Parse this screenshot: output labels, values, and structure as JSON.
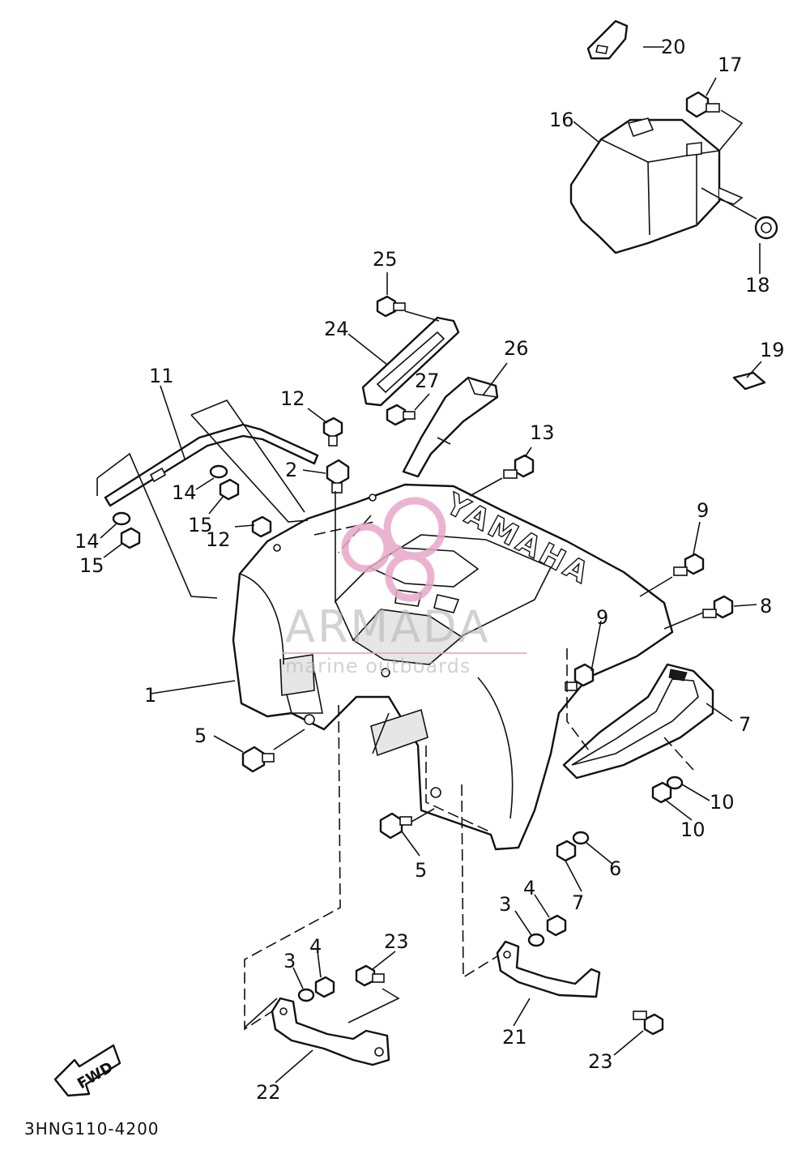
{
  "diagram": {
    "code": "3HNG110-4200",
    "fwd_label": "FWD",
    "brand_on_fender": "YAMAHA",
    "watermark": {
      "title": "ARMADA",
      "subtitle": "marine outboards",
      "accent_color": "#e7a8c9"
    },
    "callouts": [
      {
        "id": "c1",
        "label": "1"
      },
      {
        "id": "c2",
        "label": "2"
      },
      {
        "id": "c3a",
        "label": "3"
      },
      {
        "id": "c3b",
        "label": "3"
      },
      {
        "id": "c4a",
        "label": "4"
      },
      {
        "id": "c4b",
        "label": "4"
      },
      {
        "id": "c5a",
        "label": "5"
      },
      {
        "id": "c5b",
        "label": "5"
      },
      {
        "id": "c6",
        "label": "6"
      },
      {
        "id": "c7a",
        "label": "7"
      },
      {
        "id": "c7b",
        "label": "7"
      },
      {
        "id": "c8",
        "label": "8"
      },
      {
        "id": "c9a",
        "label": "9"
      },
      {
        "id": "c9b",
        "label": "9"
      },
      {
        "id": "c10a",
        "label": "10"
      },
      {
        "id": "c10b",
        "label": "10"
      },
      {
        "id": "c11",
        "label": "11"
      },
      {
        "id": "c12a",
        "label": "12"
      },
      {
        "id": "c12b",
        "label": "12"
      },
      {
        "id": "c13",
        "label": "13"
      },
      {
        "id": "c14a",
        "label": "14"
      },
      {
        "id": "c14b",
        "label": "14"
      },
      {
        "id": "c15a",
        "label": "15"
      },
      {
        "id": "c15b",
        "label": "15"
      },
      {
        "id": "c16",
        "label": "16"
      },
      {
        "id": "c17",
        "label": "17"
      },
      {
        "id": "c18",
        "label": "18"
      },
      {
        "id": "c19",
        "label": "19"
      },
      {
        "id": "c20",
        "label": "20"
      },
      {
        "id": "c21",
        "label": "21"
      },
      {
        "id": "c22",
        "label": "22"
      },
      {
        "id": "c23a",
        "label": "23"
      },
      {
        "id": "c23b",
        "label": "23"
      },
      {
        "id": "c24",
        "label": "24"
      },
      {
        "id": "c25",
        "label": "25"
      },
      {
        "id": "c26",
        "label": "26"
      },
      {
        "id": "c27",
        "label": "27"
      }
    ]
  }
}
